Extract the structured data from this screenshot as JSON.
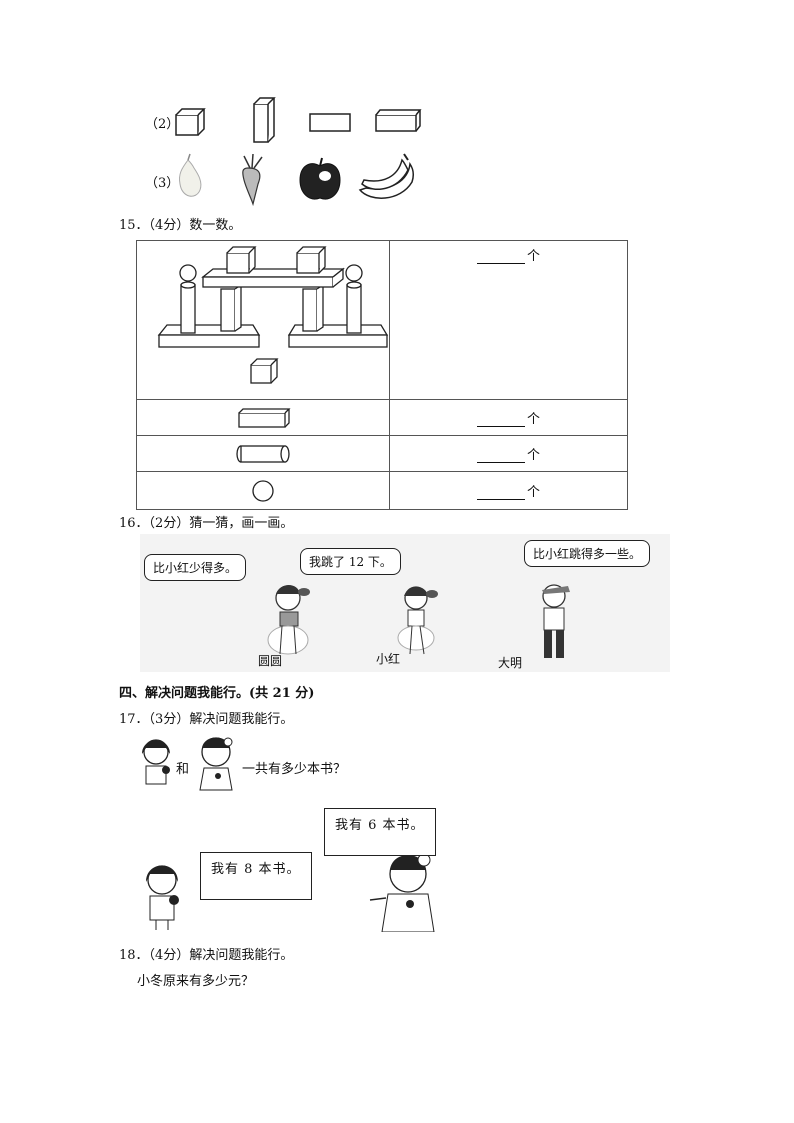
{
  "row2_label": "（2）",
  "row3_label": "（3）",
  "q15": {
    "title": "15．（4分）数一数。",
    "unit": "个",
    "rows": [
      "cube",
      "cuboid",
      "cylinder",
      "sphere"
    ]
  },
  "q16": {
    "title": "16．（2分）猜一猜，画一画。",
    "bubbles": [
      "比小红少得多。",
      "我跳了 12 下。",
      "比小红跳得多一些。"
    ],
    "names": [
      "圆圆",
      "小红",
      "大明"
    ]
  },
  "section4": "四、解决问题我能行。(共 21 分)",
  "q17": {
    "title": "17．（3分）解决问题我能行。",
    "question_and": "和",
    "question_rest": "一共有多少本书？",
    "bubble_left": "我有 8 本书。",
    "bubble_right": "我有 6 本书。"
  },
  "q18": {
    "title": "18．（4分）解决问题我能行。",
    "question": "小冬原来有多少元？"
  }
}
